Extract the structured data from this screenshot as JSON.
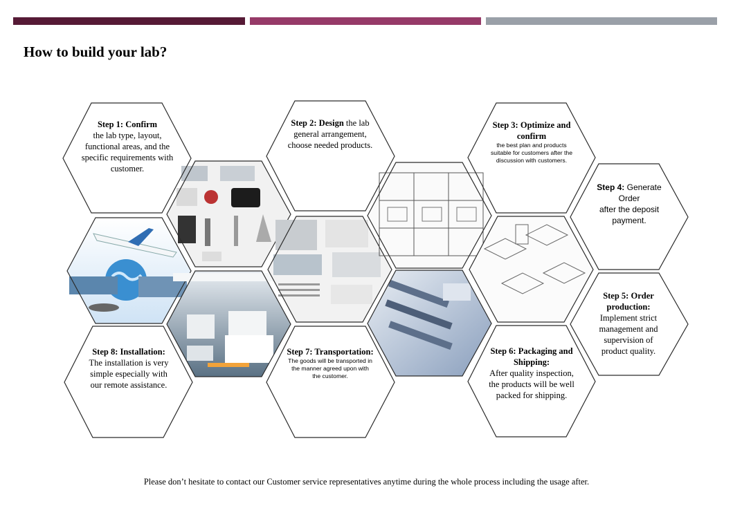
{
  "title": "How to build your lab?",
  "steps": [
    {
      "id": 1,
      "head": "Step 1: Confirm",
      "body": "the lab type, layout, functional areas, and the specific requirements with customer."
    },
    {
      "id": 2,
      "head": "Step 2: Design",
      "body": "the lab general arrangement, choose needed products."
    },
    {
      "id": 3,
      "head": "Step 3: Optimize and confirm",
      "body": "the best plan and products suitable for customers after the discussion with customers."
    },
    {
      "id": 4,
      "head": "Step 4:",
      "head2": "Generate Order",
      "body": "after the deposit payment."
    },
    {
      "id": 5,
      "head": "Step 5: Order production:",
      "body": "Implement strict management and supervision of product quality."
    },
    {
      "id": 6,
      "head": "Step 6: Packaging and Shipping:",
      "body": "After quality inspection, the products will be well packed for shipping."
    },
    {
      "id": 7,
      "head": "Step 7: Transportation:",
      "body": "The goods will be transported in the manner agreed upon with the customer."
    },
    {
      "id": 8,
      "head": "Step 8: Installation:",
      "body": "The installation is very simple especially with our remote assistance."
    }
  ],
  "footer": "Please don’t hesitate to contact our Customer service representatives anytime during the whole process including the usage after."
}
